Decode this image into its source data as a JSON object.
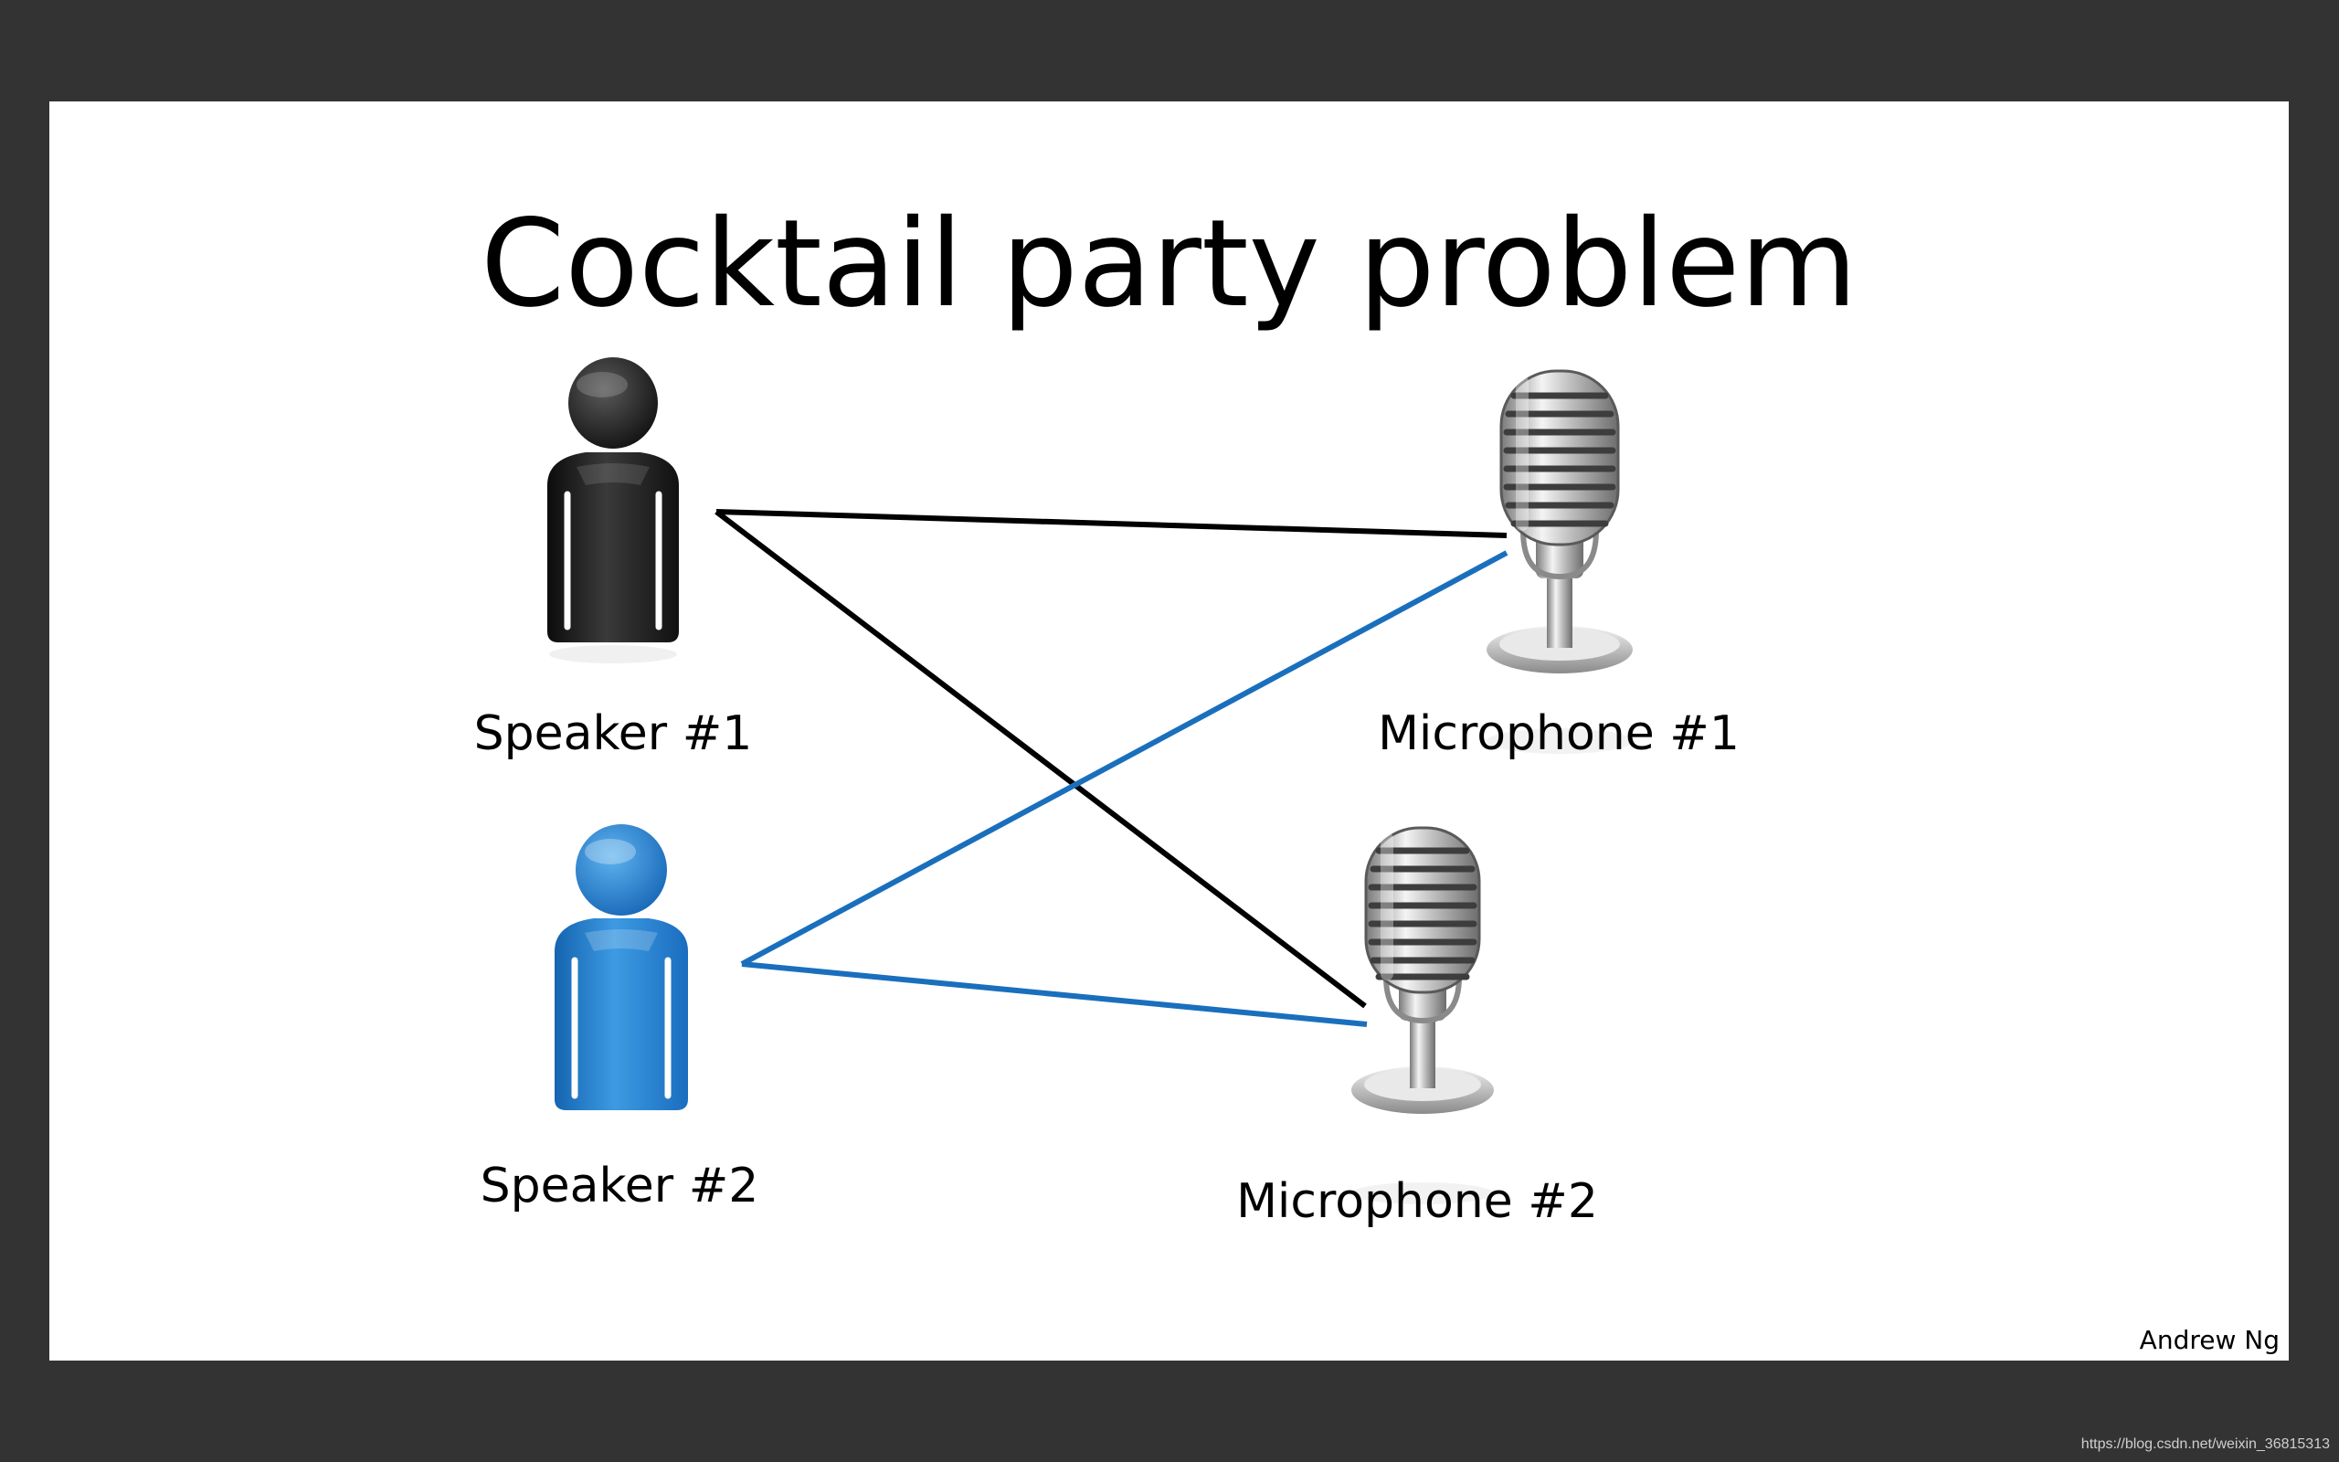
{
  "slide": {
    "title": "Cocktail party problem",
    "author": "Andrew Ng"
  },
  "speakers": [
    {
      "label": "Speaker #1",
      "color": "#1f1f1f",
      "icon": "person-icon"
    },
    {
      "label": "Speaker #2",
      "color": "#1e78c8",
      "icon": "person-icon"
    }
  ],
  "microphones": [
    {
      "label": "Microphone #1",
      "icon": "microphone-icon"
    },
    {
      "label": "Microphone #2",
      "icon": "microphone-icon"
    }
  ],
  "links": [
    {
      "from": "Speaker #1",
      "to": "Microphone #1",
      "color": "#000000"
    },
    {
      "from": "Speaker #1",
      "to": "Microphone #2",
      "color": "#000000"
    },
    {
      "from": "Speaker #2",
      "to": "Microphone #1",
      "color": "#1a6fbd"
    },
    {
      "from": "Speaker #2",
      "to": "Microphone #2",
      "color": "#1a6fbd"
    }
  ],
  "watermark": "https://blog.csdn.net/weixin_36815313"
}
